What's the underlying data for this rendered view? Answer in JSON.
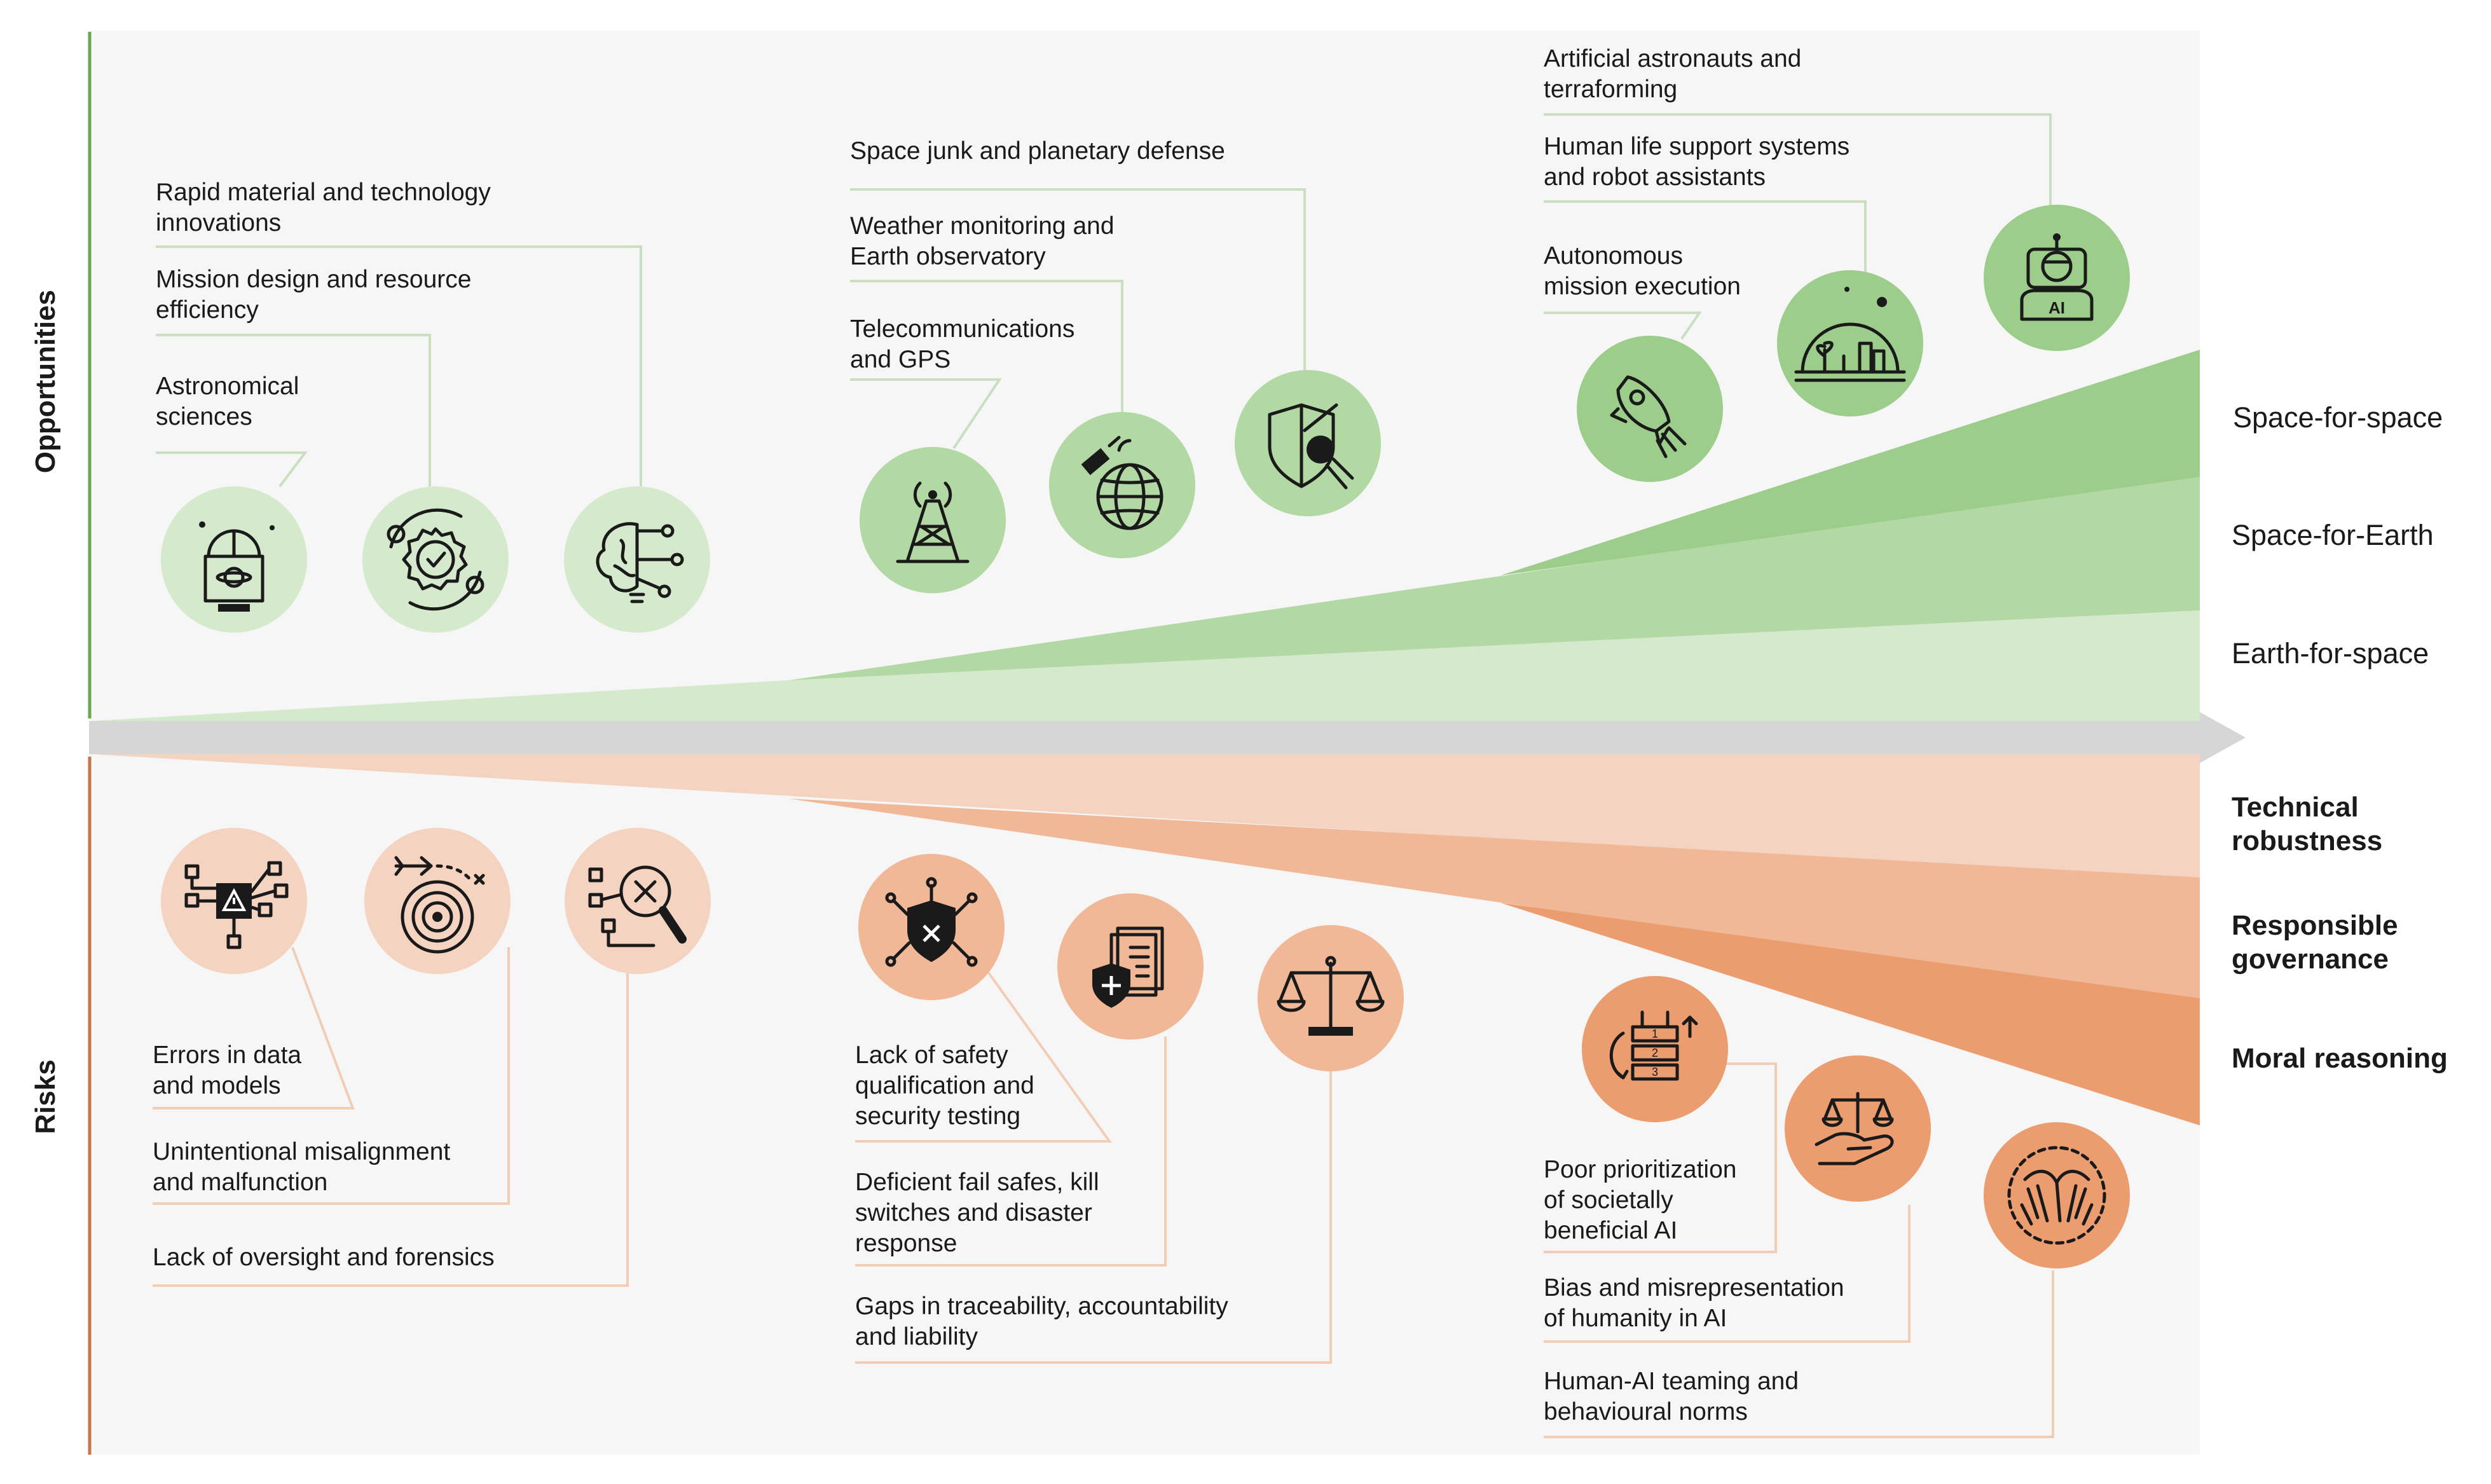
{
  "sections": {
    "opportunities": "Opportunities",
    "risks": "Risks"
  },
  "levels": {
    "space_for_space": "Space-for-space",
    "space_for_earth": "Space-for-Earth",
    "earth_for_space": "Earth-for-space",
    "technical_robustness": [
      "Technical",
      "robustness"
    ],
    "responsible_governance": [
      "Responsible",
      "governance"
    ],
    "moral_reasoning": "Moral reasoning"
  },
  "opportunities": {
    "rapid_material": [
      "Rapid material and technology",
      "innovations"
    ],
    "mission_design": [
      "Mission design and resource",
      "efficiency"
    ],
    "astronomical": [
      "Astronomical",
      "sciences"
    ],
    "space_junk": [
      "Space junk and planetary defense"
    ],
    "weather": [
      "Weather monitoring and",
      "Earth observatory"
    ],
    "telecom": [
      "Telecommunications",
      "and GPS"
    ],
    "artificial_astronauts": [
      "Artificial astronauts and",
      "terraforming"
    ],
    "life_support": [
      "Human life support systems",
      "and robot assistants"
    ],
    "autonomous": [
      "Autonomous",
      "mission execution"
    ]
  },
  "risks": {
    "errors_data": [
      "Errors in data",
      "and models"
    ],
    "misalignment": [
      "Unintentional misalignment",
      "and malfunction"
    ],
    "oversight": [
      "Lack of oversight and forensics"
    ],
    "safety": [
      "Lack of safety",
      "qualification and",
      "security testing"
    ],
    "fail_safes": [
      "Deficient fail safes, kill",
      "switches and disaster",
      "response"
    ],
    "traceability": [
      "Gaps in traceability, accountability",
      "and liability"
    ],
    "prioritization": [
      "Poor prioritization",
      "of societally",
      "beneficial AI"
    ],
    "bias": [
      "Bias and misrepresentation",
      "of humanity in AI"
    ],
    "teaming": [
      "Human-AI teaming and",
      "behavioural norms"
    ]
  },
  "icons": {
    "astronomical": "observatory-icon",
    "mission_design": "gear-cycle-icon",
    "rapid_material": "brain-circuit-icon",
    "telecom": "antenna-tower-icon",
    "weather": "satellite-globe-icon",
    "space_junk": "shield-meteor-icon",
    "autonomous": "rocket-icon",
    "life_support": "habitat-dome-icon",
    "artificial_astronauts": "ai-astronaut-icon",
    "errors_data": "warning-network-icon",
    "misalignment": "target-arrow-icon",
    "oversight": "magnifier-x-icon",
    "safety": "shield-x-icon",
    "fail_safes": "document-shield-icon",
    "traceability": "scales-icon",
    "prioritization": "priority-stack-icon",
    "bias": "hand-scales-icon",
    "teaming": "hands-circle-icon"
  },
  "colors": {
    "green_light": "#d5eacd",
    "green_mid": "#b2d8a4",
    "green_dark": "#9dcd8b",
    "orange_light": "#f4d3c1",
    "orange_mid": "#f0b896",
    "orange_dark": "#eb9d6f",
    "axis": "#d6d6d6",
    "panel": "#f6f6f6"
  }
}
